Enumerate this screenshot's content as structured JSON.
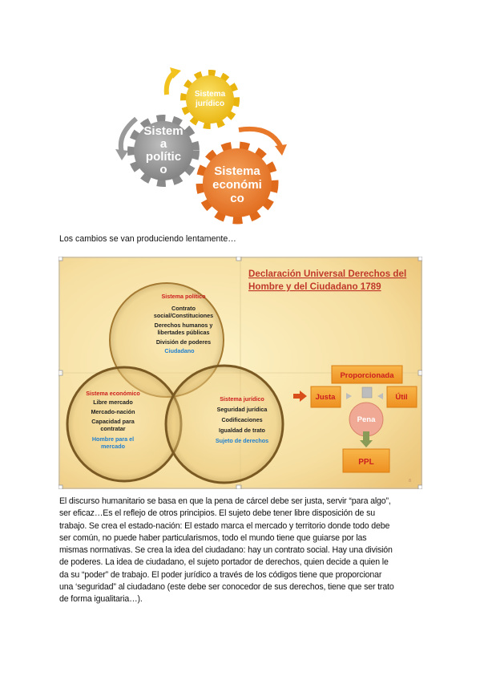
{
  "gears": {
    "juridico": [
      "Sistema",
      "jurídico"
    ],
    "politico": [
      "Sistem",
      "a",
      "polític",
      "o"
    ],
    "economico": [
      "Sistema",
      "económi",
      "co"
    ],
    "colors": {
      "juridico": "#f2c21f",
      "politico": "#9a9a9a",
      "economico": "#e8782a"
    }
  },
  "caption": "Los cambios se van produciendo lentamente…",
  "slide": {
    "title_lines": [
      "Declaración Universal Derechos del",
      "Hombre y del Ciudadano 1789"
    ],
    "politico": {
      "heading": "Sistema político",
      "items": [
        "Contrato",
        "social/Constituciones",
        "Derechos humanos y",
        "libertades públicas",
        "División de poderes"
      ],
      "footer": "Ciudadano"
    },
    "economico": {
      "heading": "Sistema económico",
      "items": [
        "Libre mercado",
        "Mercado-nación",
        "Capacidad para",
        "contratar"
      ],
      "footer_lines": [
        "Hombre para el",
        "mercado"
      ]
    },
    "juridico": {
      "heading": "Sistema jurídico",
      "items": [
        "Seguridad jurídica",
        "Codificaciones",
        "Igualdad de trato"
      ],
      "footer": "Sujeto de derechos"
    },
    "flow": {
      "proporcionada": "Proporcionada",
      "justa": "Justa",
      "util": "Útil",
      "pena": "Pena",
      "ppl": "PPL"
    },
    "page_number": "8",
    "colors": {
      "heading_red": "#cc1f1f",
      "footer_blue": "#1f7fd0",
      "box_orange": "#f4a02b",
      "pena_fill": "#f0a994"
    }
  },
  "body_lines": [
    "El discurso humanitario se basa en que la pena de cárcel debe ser justa, servir “para algo”,",
    "ser eficaz…Es el reflejo de otros principios. El sujeto debe tener libre disposición de su",
    "trabajo. Se crea el estado-nación: El estado marca el mercado y territorio donde todo debe",
    "ser común, no puede haber particularismos, todo el mundo tiene que guiarse por las",
    "mismas normativas. Se crea la idea del ciudadano: hay un contrato social. Hay una división",
    "de poderes. La idea de ciudadano, el sujeto portador de derechos, quien decide a quien le",
    "da su “poder” de trabajo. El poder jurídico a través de los códigos tiene que proporcionar",
    "una ‘seguridad” al ciudadano (este debe ser conocedor de sus derechos, tiene que ser trato",
    "de forma igualitaria…)."
  ]
}
